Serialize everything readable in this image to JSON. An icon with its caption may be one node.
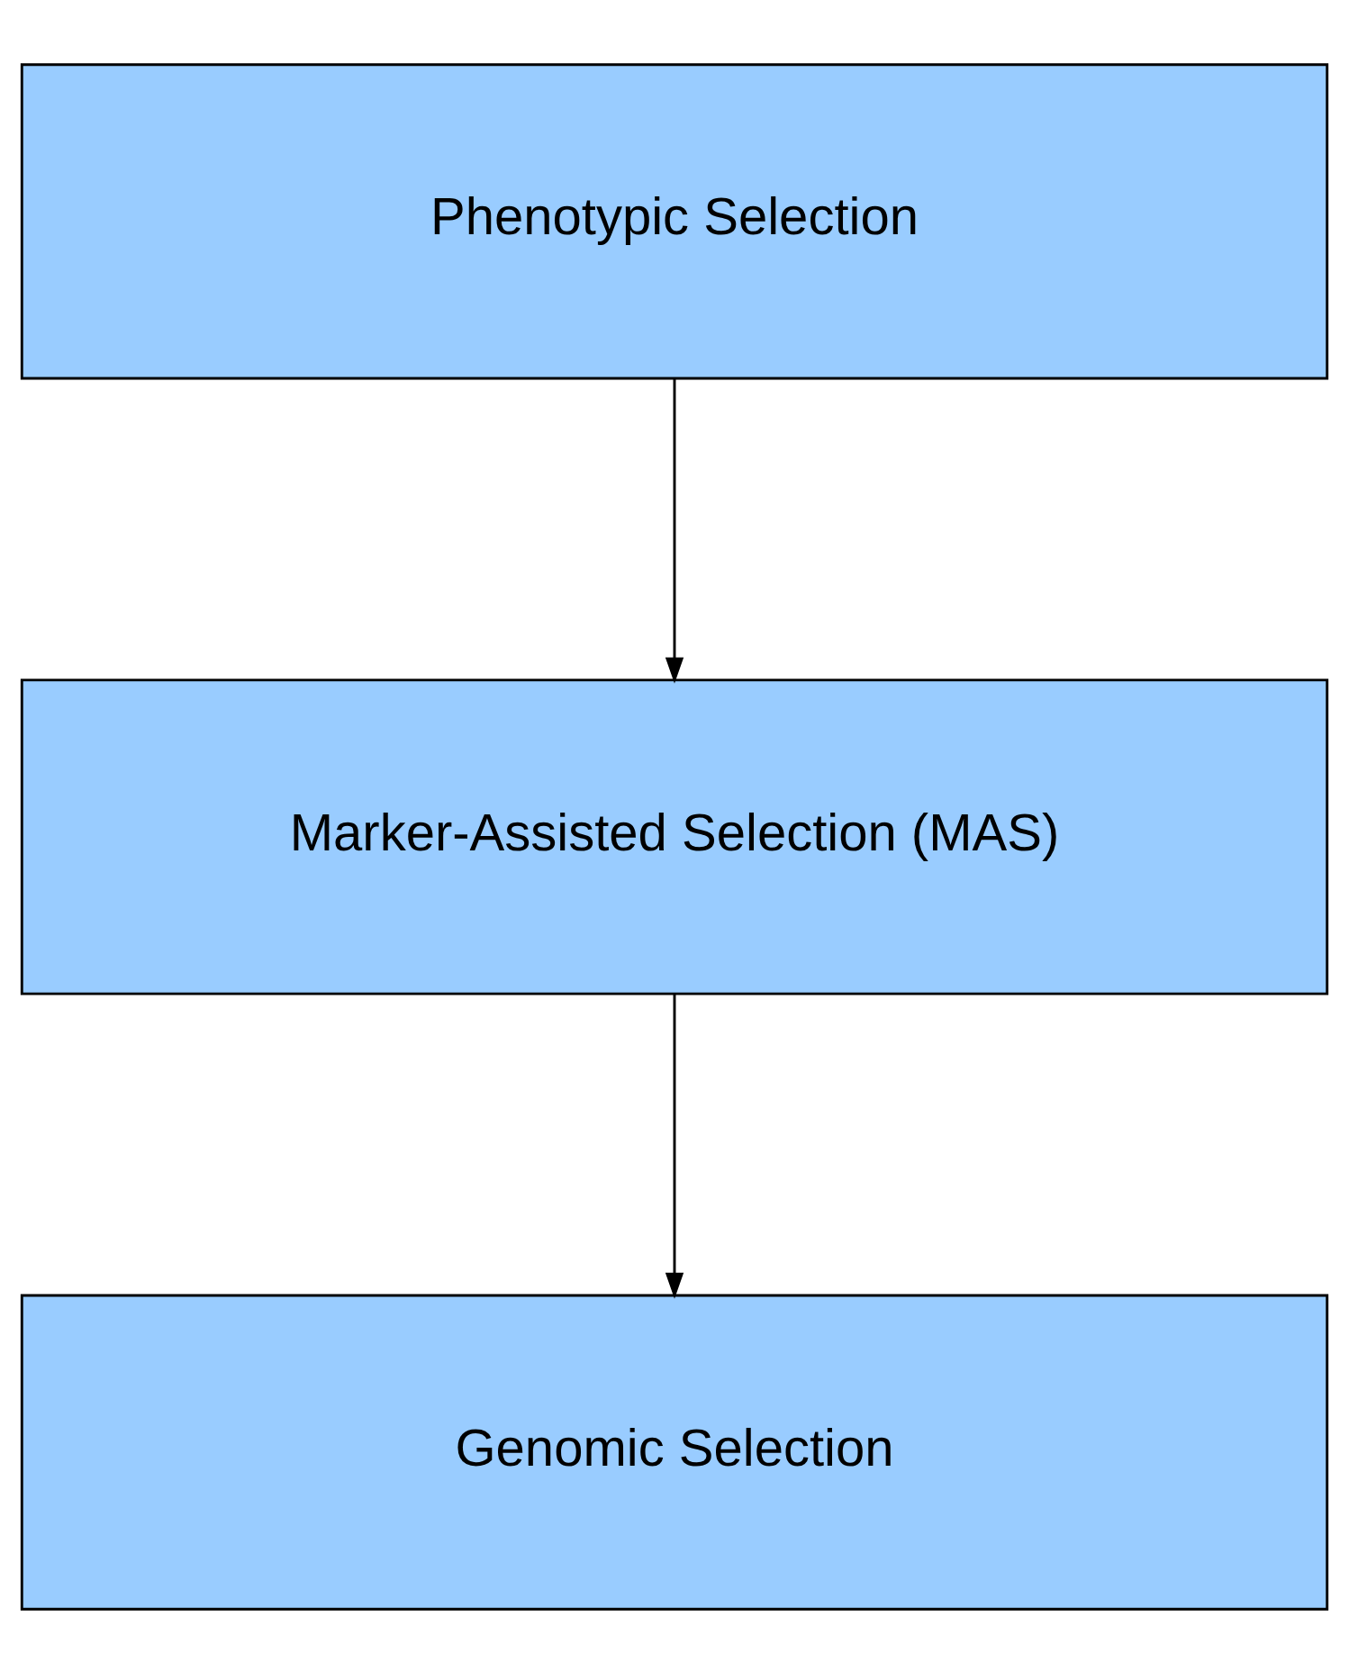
{
  "diagram": {
    "nodes": [
      {
        "text": [
          "Phenotypic Selection"
        ]
      },
      {
        "text": [
          "Marker-Assisted Selection (MAS)"
        ]
      },
      {
        "text": [
          "Genomic Selection"
        ]
      }
    ],
    "edges": [
      {
        "from": 0,
        "to": 1,
        "arrow": "to"
      },
      {
        "from": 1,
        "to": 2,
        "arrow": "to"
      }
    ]
  }
}
